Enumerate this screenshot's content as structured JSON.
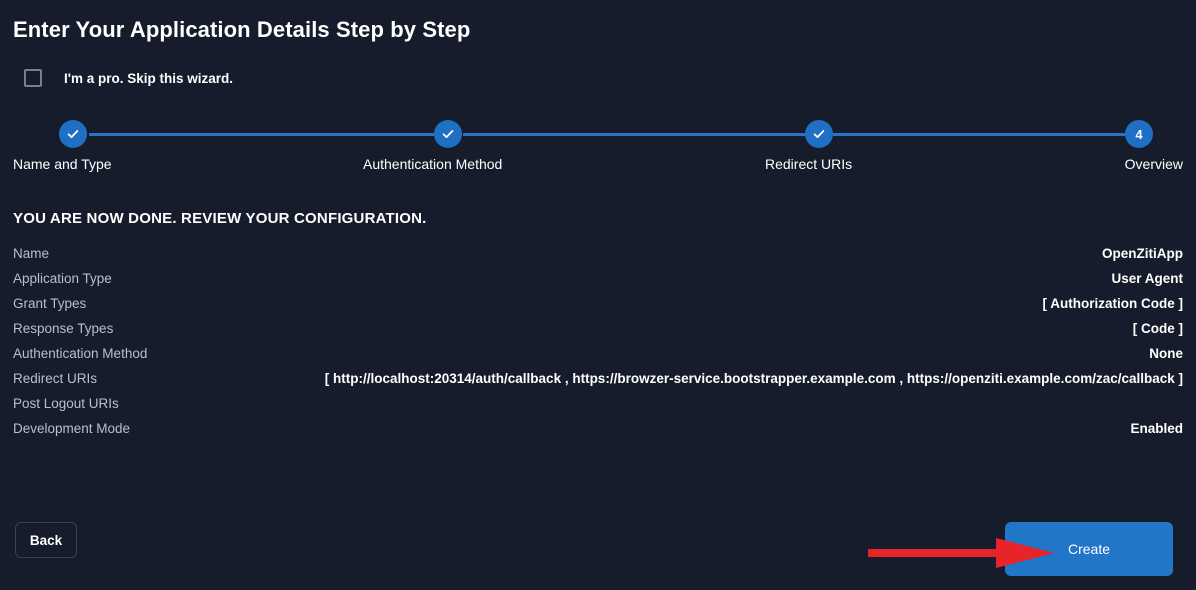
{
  "page": {
    "title": "Enter Your Application Details Step by Step",
    "background_color": "#161c2b",
    "accent_color": "#2176c7"
  },
  "skip_wizard": {
    "label": "I'm a pro. Skip this wizard.",
    "checked": false
  },
  "stepper": {
    "steps": [
      {
        "label": "Name and Type",
        "indicator": "check",
        "state": "completed"
      },
      {
        "label": "Authentication Method",
        "indicator": "check",
        "state": "completed"
      },
      {
        "label": "Redirect URIs",
        "indicator": "check",
        "state": "completed"
      },
      {
        "label": "Overview",
        "indicator": "4",
        "state": "current"
      }
    ],
    "circle_color": "#1f6fc4",
    "connector_color": "#2a72c8"
  },
  "review": {
    "heading": "YOU ARE NOW DONE. REVIEW YOUR CONFIGURATION.",
    "rows": [
      {
        "key": "Name",
        "value": "OpenZitiApp"
      },
      {
        "key": "Application Type",
        "value": "User Agent"
      },
      {
        "key": "Grant Types",
        "value": "[ Authorization Code ]"
      },
      {
        "key": "Response Types",
        "value": "[ Code ]"
      },
      {
        "key": "Authentication Method",
        "value": "None"
      },
      {
        "key": "Redirect URIs",
        "value": "[ http://localhost:20314/auth/callback , https://browzer-service.bootstrapper.example.com , https://openziti.example.com/zac/callback ]"
      },
      {
        "key": "Post Logout URIs",
        "value": ""
      },
      {
        "key": "Development Mode",
        "value": "Enabled"
      }
    ]
  },
  "footer": {
    "back_label": "Back",
    "create_label": "Create"
  },
  "annotation": {
    "arrow_color": "#e8232a",
    "points_to": "Create"
  }
}
